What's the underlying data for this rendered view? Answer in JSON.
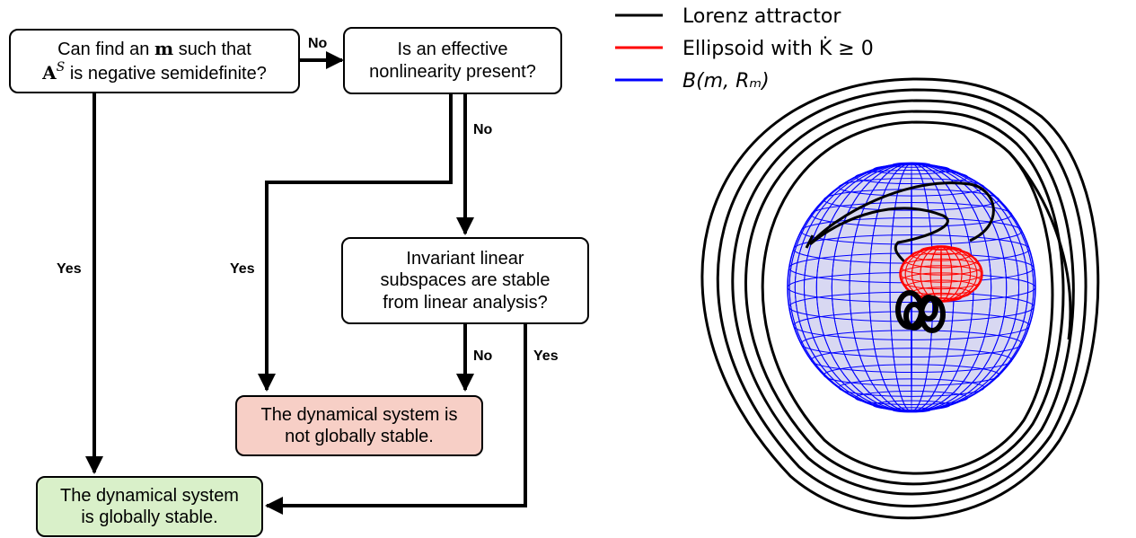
{
  "flowchart": {
    "q1": {
      "line1_pre": "Can find an ",
      "line1_bold": "m",
      "line1_post": " such that",
      "line2_bold": "A",
      "line2_sup": "S",
      "line2_post": " is negative semidefinite?"
    },
    "q2": {
      "line1": "Is an effective",
      "line2": "nonlinearity present?"
    },
    "q3": {
      "line1": "Invariant linear",
      "line2": "subspaces are stable",
      "line3": "from linear analysis?"
    },
    "unstable": {
      "line1": "The dynamical system is",
      "line2": "not globally stable."
    },
    "stable": {
      "line1": "The dynamical system",
      "line2": "is globally stable."
    },
    "edges": {
      "q1_q2": "No",
      "q2_q3": "No",
      "q3_unstable": "No",
      "q3_stable": "Yes",
      "q2_unstable": "Yes",
      "q1_stable": "Yes"
    }
  },
  "legend": {
    "items": [
      {
        "label": "Lorenz attractor",
        "color": "#000000"
      },
      {
        "label": "Ellipsoid with K̇ ≥ 0",
        "color": "#ff0000"
      },
      {
        "label": "B(m, Rₘ)",
        "color": "#0000ff"
      }
    ]
  }
}
